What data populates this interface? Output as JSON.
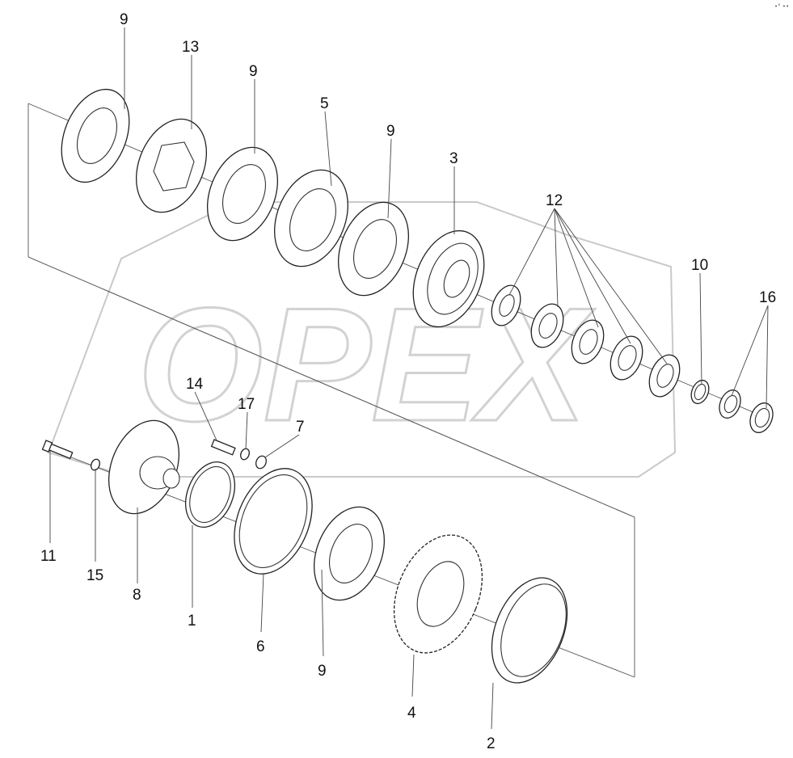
{
  "watermark": {
    "text": "OPEX"
  },
  "corner_mark": "•° ••",
  "labels": {
    "p9a": "9",
    "p13": "13",
    "p9b": "9",
    "p5": "5",
    "p9c": "9",
    "p3": "3",
    "p12": "12",
    "p10": "10",
    "p16": "16",
    "p14": "14",
    "p17": "17",
    "p7": "7",
    "p11": "11",
    "p15": "15",
    "p8": "8",
    "p1": "1",
    "p6": "6",
    "p9d": "9",
    "p4": "4",
    "p2": "2"
  }
}
